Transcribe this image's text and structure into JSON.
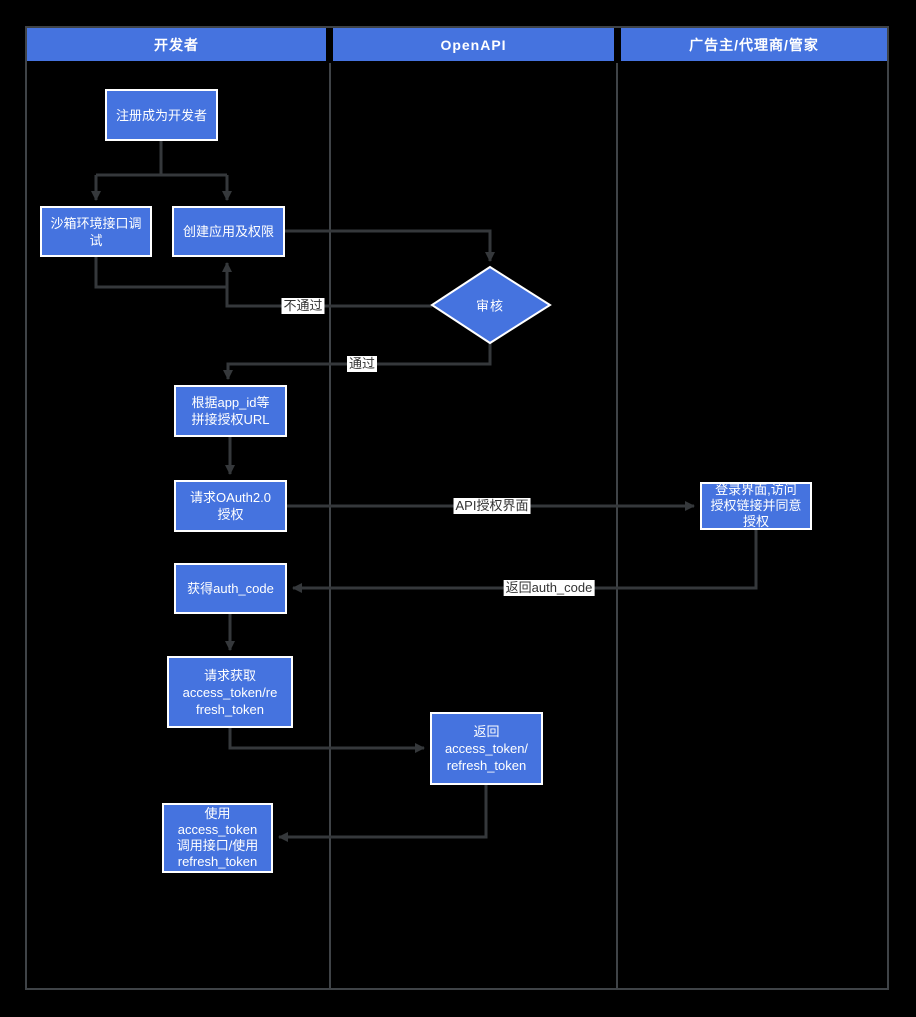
{
  "lanes": [
    {
      "title": "开发者"
    },
    {
      "title": "OpenAPI"
    },
    {
      "title": "广告主/代理商/管家"
    }
  ],
  "nodes": {
    "register": {
      "label": "注册成为开发者"
    },
    "sandbox": {
      "label": "沙箱环境接口调\n试"
    },
    "create_app": {
      "label": "创建应用及权限"
    },
    "review": {
      "label": "审核"
    },
    "build_url": {
      "label": "根据app_id等\n拼接授权URL"
    },
    "oauth_request": {
      "label": "请求OAuth2.0\n授权"
    },
    "login": {
      "label": "登录界面,访问\n授权链接并同意\n授权"
    },
    "get_auth_code": {
      "label": "获得auth_code"
    },
    "request_token": {
      "label": "请求获取\naccess_token/re\nfresh_token"
    },
    "return_token": {
      "label": "返回\naccess_token/\nrefresh_token"
    },
    "use_token": {
      "label": "使用\naccess_token\n调用接口/使用\nrefresh_token"
    }
  },
  "edge_labels": {
    "reject": "不通过",
    "approve": "通过",
    "api_auth_page": "API授权界面",
    "return_auth_code": "返回auth_code"
  },
  "colors": {
    "background": "#000000",
    "node_fill": "#4573df",
    "node_border": "#ffffff",
    "header_fill": "#4573df",
    "header_text": "#ffffff",
    "connector": "#35383b",
    "lane_border": "#3f4347",
    "edge_label_bg": "#ffffff",
    "edge_label_text": "#333333"
  }
}
